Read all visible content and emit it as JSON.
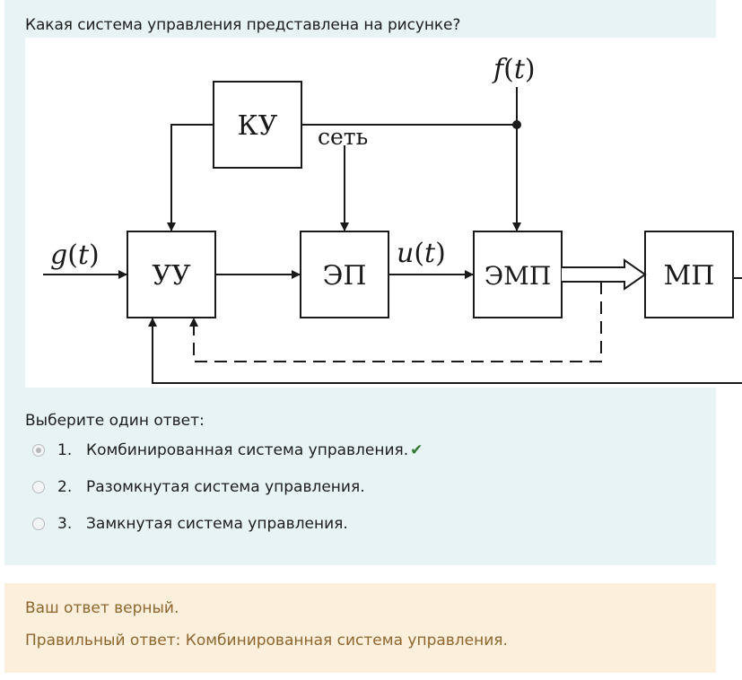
{
  "question": {
    "text": "Какая система управления представлена на рисунке?"
  },
  "diagram": {
    "blocks": {
      "ku": "КУ",
      "uu": "УУ",
      "ep": "ЭП",
      "emp": "ЭМП",
      "mp": "МП"
    },
    "signals": {
      "g_name": "g",
      "f_name": "f",
      "u_name": "u",
      "t": "t",
      "paren_open": "(",
      "paren_close": ")",
      "net": "сеть"
    }
  },
  "answers": {
    "prompt": "Выберите один ответ:",
    "options": [
      {
        "number": "1.",
        "label": "Комбинированная система управления.",
        "selected": true,
        "correct": true
      },
      {
        "number": "2.",
        "label": "Разомкнутая система управления.",
        "selected": false,
        "correct": false
      },
      {
        "number": "3.",
        "label": "Замкнутая система управления.",
        "selected": false,
        "correct": false
      }
    ],
    "check_icon": "check-icon"
  },
  "feedback": {
    "status": "Ваш ответ верный.",
    "correct_answer": "Правильный ответ: Комбинированная система управления."
  },
  "colors": {
    "question_bg": "#e7f3f5",
    "feedback_bg": "#fcefdc",
    "feedback_text": "#8e662e",
    "check": "#357a32"
  }
}
